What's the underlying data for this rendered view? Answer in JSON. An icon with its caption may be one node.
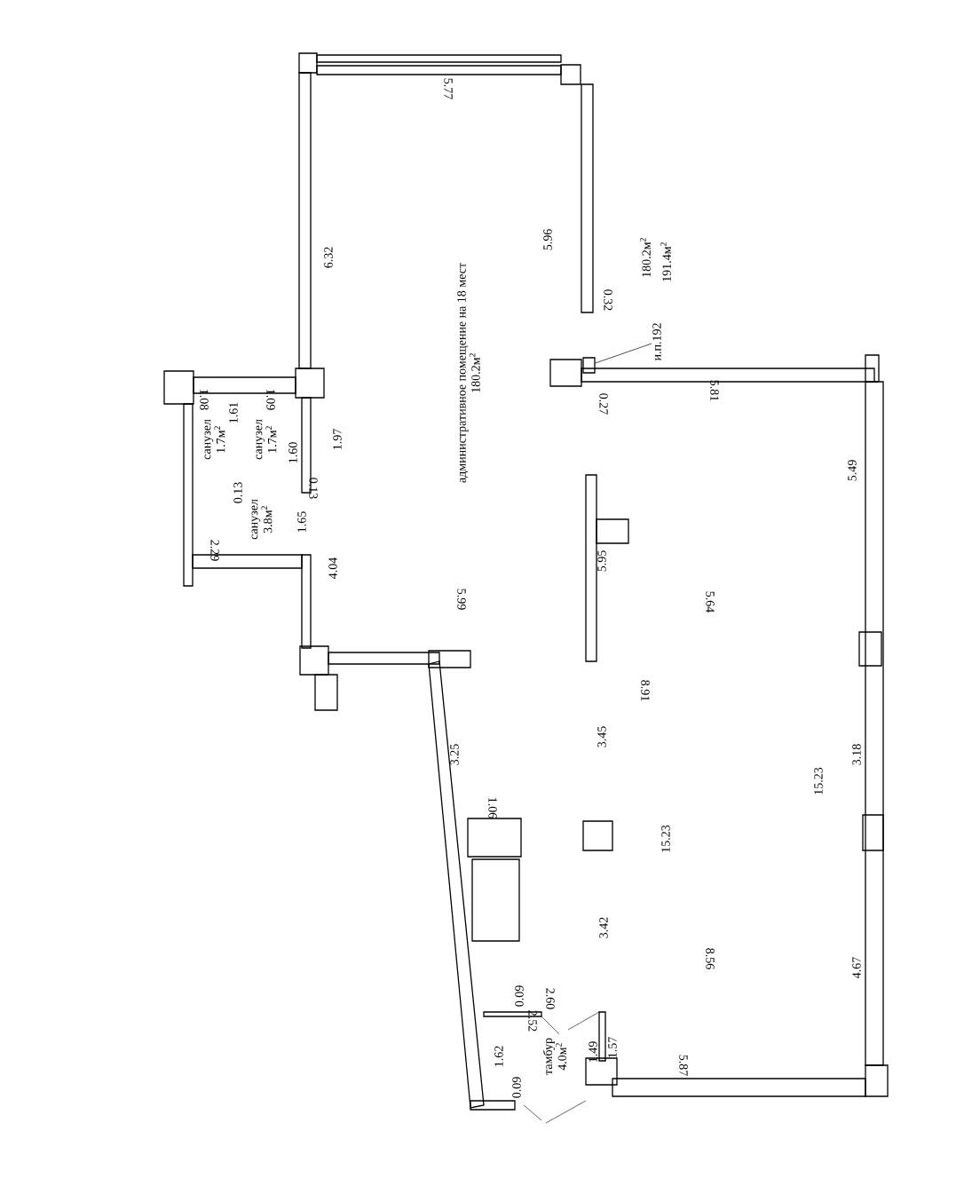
{
  "diagram": {
    "nodes": [
      {
        "text": [
          "административное помещение на 18 мест",
          "180.2м$^{2}$"
        ]
      },
      {
        "text": [
          "санузел",
          "1.7м$^{2}$"
        ]
      },
      {
        "text": [
          "санузел",
          "1.7м$^{2}$"
        ]
      },
      {
        "text": [
          "санузел",
          "3.8м$^{2}$"
        ]
      },
      {
        "text": [
          "тамбур",
          "4.0м$^{2}$"
        ]
      },
      {
        "text": [
          "и.п.192"
        ]
      },
      {
        "text": [],
        "shape": "box"
      }
    ],
    "edges": [
      {
        "from": 5,
        "to": 6,
        "arrow": "none"
      }
    ],
    "labels": [
      "5.77",
      "6.32",
      "5.96",
      "180.2м$^{2}$",
      "191.4м$^{2}$",
      "0.32",
      "1.08",
      "1.61",
      "1.09",
      "1.97",
      "1.60",
      "0.13",
      "0.13",
      "0.27",
      "5.81",
      "1.65",
      "2.29",
      "4.04",
      "5.49",
      "5.95",
      "5.99",
      "5.64",
      "8.91",
      "3.25",
      "3.45",
      "15.23",
      "3.18",
      "1.06",
      "15.23",
      "3.42",
      "8.56",
      "4.67",
      "0.09",
      "2.60",
      "2.52",
      "1.62",
      "1.49",
      "1.57",
      "0.09",
      "5.87"
    ]
  }
}
